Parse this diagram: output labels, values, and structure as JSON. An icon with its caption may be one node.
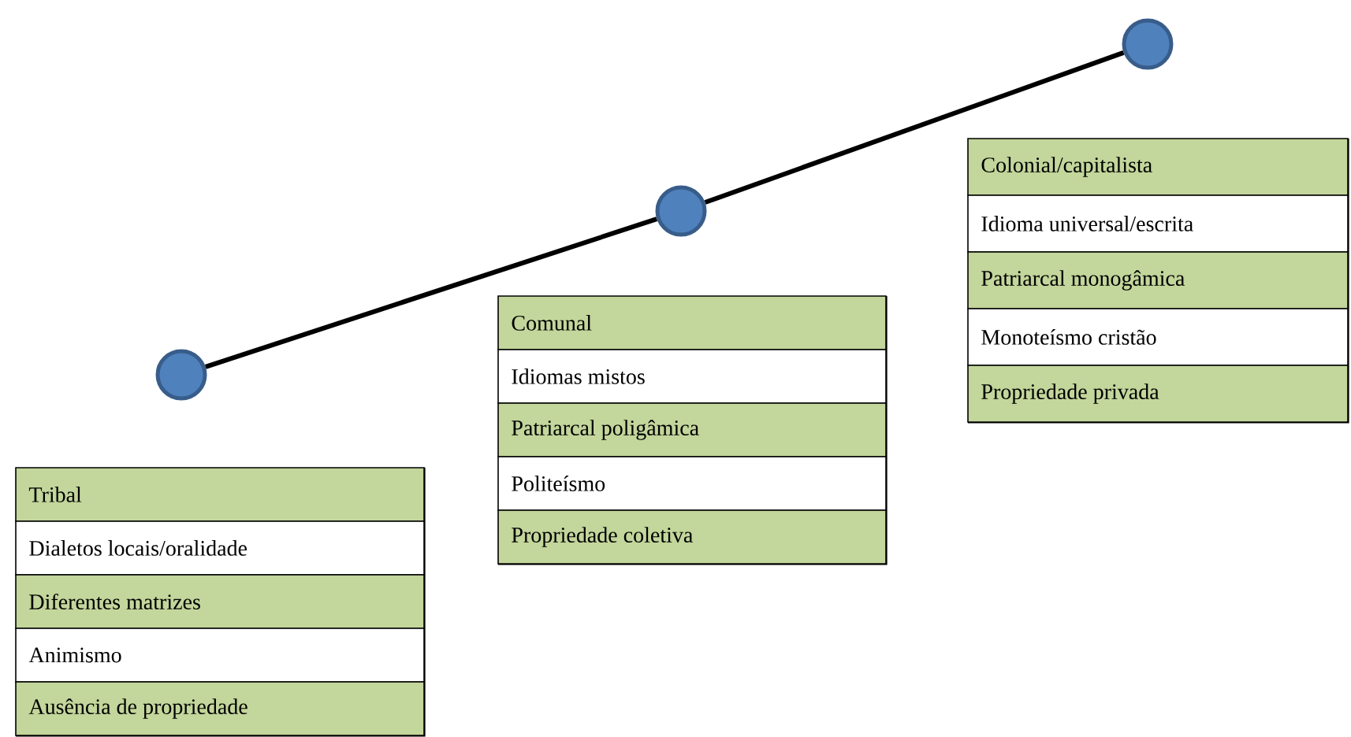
{
  "diagram": {
    "nodes": [
      {
        "text": [],
        "shape": "circle"
      },
      {
        "text": [],
        "shape": "circle"
      },
      {
        "text": [],
        "shape": "circle"
      },
      {
        "text": [
          "Tribal",
          "Dialetos locais/oralidade",
          "Diferentes matrizes",
          "Animismo",
          "Ausência de propriedade"
        ]
      },
      {
        "text": [
          "Comunal",
          "Idiomas mistos",
          "Patriarcal poligâmica",
          "Politeísmo",
          "Propriedade coletiva"
        ]
      },
      {
        "text": [
          "Colonial/capitalista",
          "Idioma universal/escrita",
          "Patriarcal monogâmica",
          "Monoteísmo cristão",
          "Propriedade privada"
        ]
      }
    ],
    "edges": [
      {
        "from": 0,
        "to": 1,
        "arrow": "none"
      },
      {
        "from": 1,
        "to": 2,
        "arrow": "none"
      }
    ]
  }
}
